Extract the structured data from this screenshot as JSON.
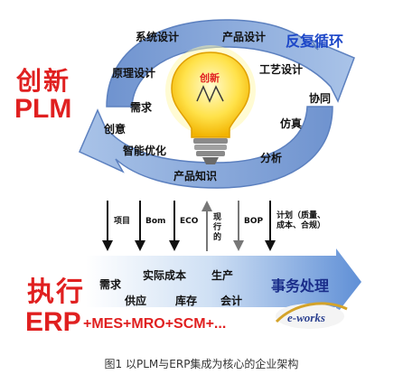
{
  "cycle": {
    "title": "反复循环",
    "steps": [
      "系统设计",
      "产品设计",
      "原理设计",
      "工艺设计",
      "需求",
      "协同",
      "创意",
      "仿真",
      "智能优化",
      "分析",
      "产品知识"
    ]
  },
  "bulb": {
    "label": "创新"
  },
  "plm": {
    "line1": "创新",
    "line2": "PLM"
  },
  "flows": [
    "项目",
    "Bom",
    "ECO",
    "现行的",
    "BOP",
    "计划（质量、成本、合规）"
  ],
  "exec": {
    "title": "事务处理",
    "items": [
      "实际成本",
      "生产",
      "需求",
      "供应",
      "库存",
      "会计"
    ]
  },
  "erp": {
    "line1": "执行",
    "line2": "ERP",
    "suffix": "+MES+MRO+SCM+..."
  },
  "logo": {
    "text": "e-works"
  },
  "caption": "图1 以PLM与ERP集成为核心的企业架构",
  "colors": {
    "accent_red": "#e02020",
    "blue_title": "#1d47c8",
    "arrow_blue": "#4b79c4",
    "exec_blue": "#1a2d8a"
  }
}
